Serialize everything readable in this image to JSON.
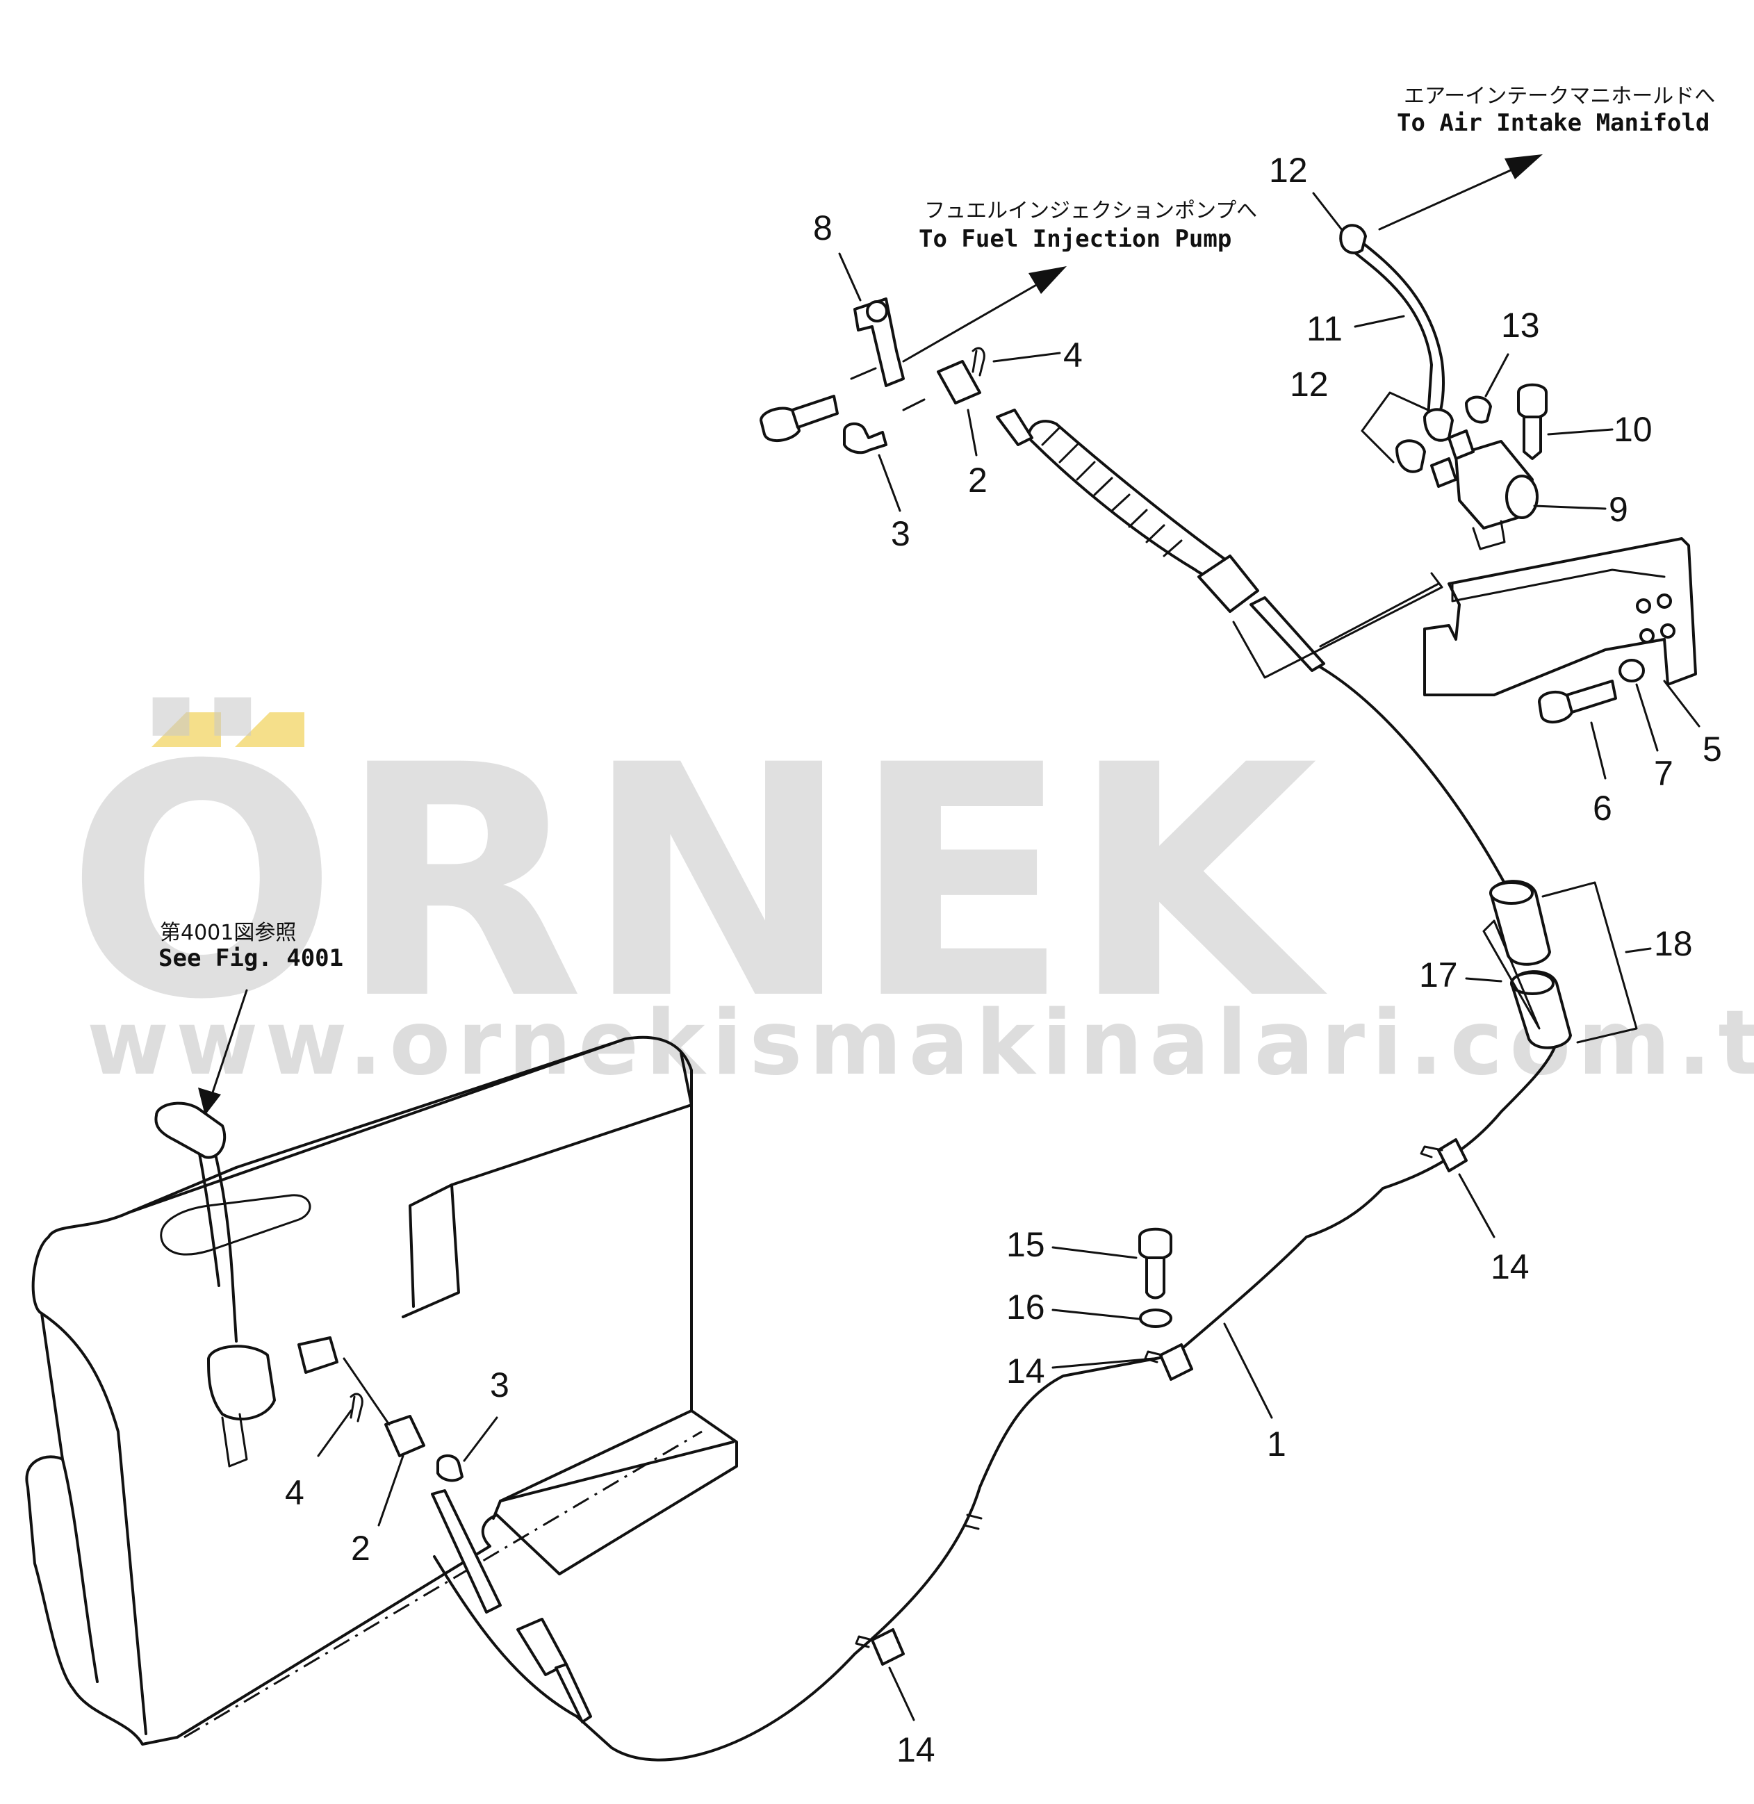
{
  "watermark": {
    "brand": "ÖRNEK",
    "url": "www.ornekismakinalari.com.tr",
    "accent_color": "#f5df8a",
    "text_color": "#c8c8c8"
  },
  "annotations": {
    "fuel_pump_jp": "フュエルインジェクションポンプへ",
    "fuel_pump_en": "To Fuel Injection Pump",
    "air_intake_jp": "エアーインテークマニホールドへ",
    "air_intake_en": "To Air Intake Manifold",
    "see_fig_jp": "第4001図参照",
    "see_fig_en": "See Fig. 4001"
  },
  "callouts": {
    "c1": "1",
    "c2a": "2",
    "c2b": "2",
    "c3a": "3",
    "c3b": "3",
    "c4a": "4",
    "c4b": "4",
    "c5": "5",
    "c6": "6",
    "c7": "7",
    "c8": "8",
    "c9": "9",
    "c10": "10",
    "c11": "11",
    "c12a": "12",
    "c12b": "12",
    "c13": "13",
    "c14a": "14",
    "c14b": "14",
    "c14c": "14",
    "c15": "15",
    "c16": "16",
    "c17": "17",
    "c18": "18"
  }
}
